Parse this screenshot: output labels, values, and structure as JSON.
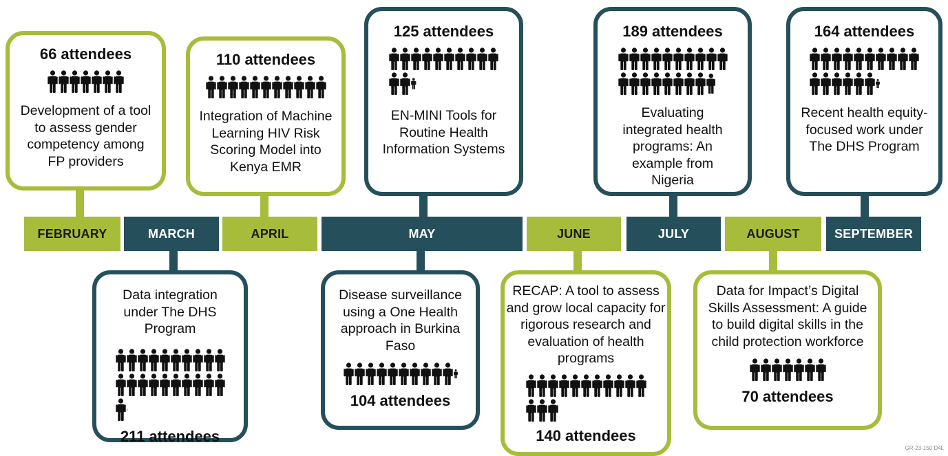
{
  "colors": {
    "green": "#a7bc3a",
    "teal": "#264f5c"
  },
  "person_icon": "person-icon",
  "months": [
    {
      "label": "FEBRUARY",
      "color": "green"
    },
    {
      "label": "MARCH",
      "color": "teal"
    },
    {
      "label": "APRIL",
      "color": "green"
    },
    {
      "label": "MAY",
      "color": "teal"
    },
    {
      "label": "JUNE",
      "color": "green"
    },
    {
      "label": "JULY",
      "color": "teal"
    },
    {
      "label": "AUGUST",
      "color": "green"
    },
    {
      "label": "SEPTEMBER",
      "color": "teal"
    }
  ],
  "events": [
    {
      "month": "FEBRUARY",
      "attendees": 66,
      "attendees_label": "66 attendees",
      "title": "Development of a tool to assess gender competency among FP providers",
      "color": "green"
    },
    {
      "month": "MARCH",
      "attendees": 211,
      "attendees_label": "211 attendees",
      "title": "Data integration under The DHS Program",
      "color": "teal"
    },
    {
      "month": "APRIL",
      "attendees": 110,
      "attendees_label": "110 attendees",
      "title": "Integration of Machine Learning HIV Risk Scoring Model into Kenya EMR",
      "color": "green"
    },
    {
      "month": "MAY",
      "attendees": 125,
      "attendees_label": "125 attendees",
      "title": "EN-MINI Tools for Routine Health Information Systems",
      "color": "teal"
    },
    {
      "month": "MAY",
      "attendees": 104,
      "attendees_label": "104 attendees",
      "title": "Disease surveillance using a One Health approach in Burkina Faso",
      "color": "teal"
    },
    {
      "month": "JUNE",
      "attendees": 140,
      "attendees_label": "140 attendees",
      "title": "RECAP: A tool to assess and grow local capacity for rigorous research and evaluation of health programs",
      "color": "green"
    },
    {
      "month": "JULY",
      "attendees": 189,
      "attendees_label": "189 attendees",
      "title": "Evaluating integrated health programs: An example from Nigeria",
      "color": "teal"
    },
    {
      "month": "AUGUST",
      "attendees": 70,
      "attendees_label": "70 attendees",
      "title": "Data for Impact’s Digital Skills Assessment: A guide to build digital skills in the child protection workforce",
      "color": "green"
    },
    {
      "month": "SEPTEMBER",
      "attendees": 164,
      "attendees_label": "164 attendees",
      "title": "Recent health equity-focused work under The DHS Program",
      "color": "teal"
    }
  ],
  "doc_code": "GR-23-150 D4L"
}
